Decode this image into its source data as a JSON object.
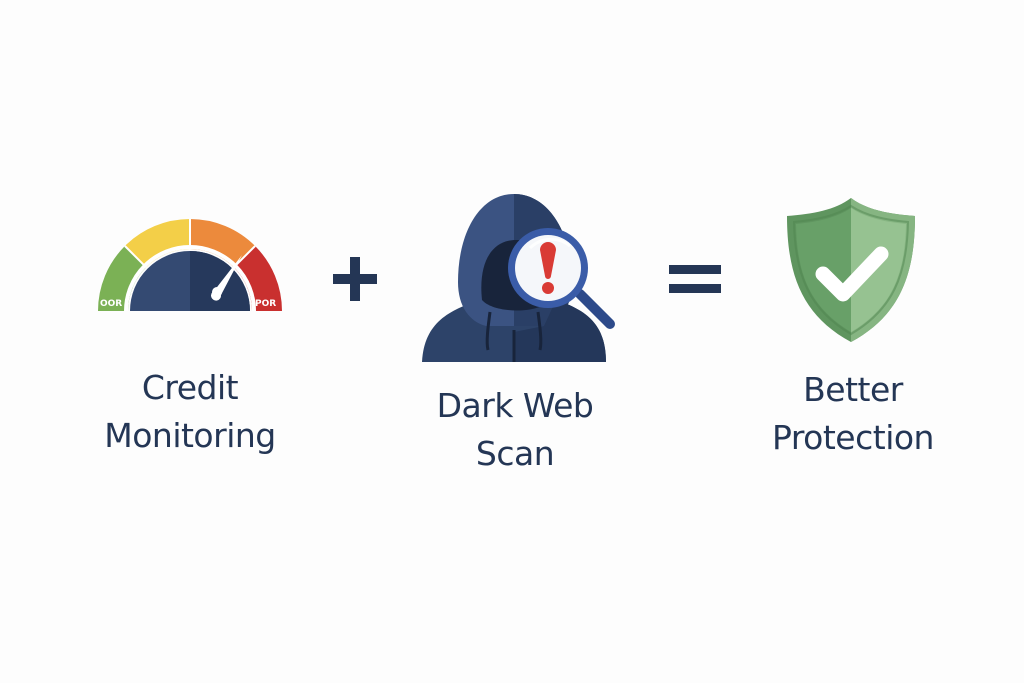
{
  "equation": {
    "items": [
      {
        "id": "credit-monitoring",
        "icon": "credit-gauge-icon",
        "label_lines": [
          "Credit",
          "Monitoring"
        ],
        "gauge": {
          "left_tag": "OOR",
          "right_tag": "POR",
          "segments": [
            "#7bb155",
            "#f3cf48",
            "#ec8a3c",
            "#c9302f"
          ],
          "dial_color": "#2e4468",
          "needle": "pointing-to-poor"
        }
      },
      {
        "id": "dark-web-scan",
        "icon": "hooded-hacker-magnifier-icon",
        "label_lines": [
          "Dark Web",
          "Scan"
        ],
        "alert_symbol": "!",
        "alert_color": "#d93b35",
        "lens_ring_color": "#3a5ca8"
      },
      {
        "id": "better-protection",
        "icon": "shield-check-icon",
        "label_lines": [
          "Better",
          "Protection"
        ],
        "shield_colors": {
          "dark": "#6aa06a",
          "light": "#94c08f"
        }
      }
    ],
    "operators": {
      "plus": "+",
      "equals": "="
    }
  },
  "colors": {
    "text": "#243655",
    "operator": "#243655",
    "background": "#fdfdfd"
  }
}
